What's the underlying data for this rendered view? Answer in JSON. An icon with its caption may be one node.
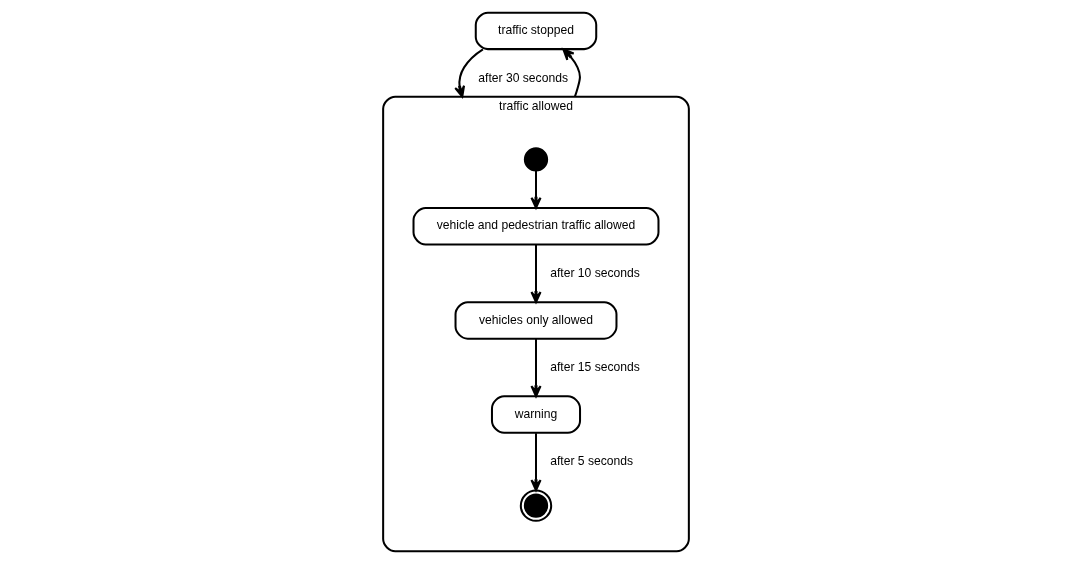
{
  "diagram": {
    "nodes": [
      {
        "text": [
          "traffic stopped"
        ]
      },
      {
        "text": [
          "traffic allowed"
        ]
      },
      {
        "text": [],
        "shape": "circle",
        "in": 1
      },
      {
        "text": [
          "vehicle and pedestrian traffic allowed"
        ],
        "in": 1
      },
      {
        "text": [
          "vehicles only allowed"
        ],
        "in": 1
      },
      {
        "text": [
          "warning"
        ],
        "in": 1
      },
      {
        "text": [],
        "shape": "bullseye",
        "in": 1
      }
    ],
    "edges": [
      {
        "from": 0,
        "to": 1,
        "arrow": "to",
        "label": "after 30 seconds"
      },
      {
        "from": 1,
        "to": 0,
        "arrow": "to"
      },
      {
        "from": 2,
        "to": 3,
        "arrow": "to"
      },
      {
        "from": 3,
        "to": 4,
        "arrow": "to",
        "label": "after 10 seconds"
      },
      {
        "from": 4,
        "to": 5,
        "arrow": "to",
        "label": "after 15 seconds"
      },
      {
        "from": 5,
        "to": 6,
        "arrow": "to",
        "label": "after 5 seconds"
      }
    ]
  }
}
